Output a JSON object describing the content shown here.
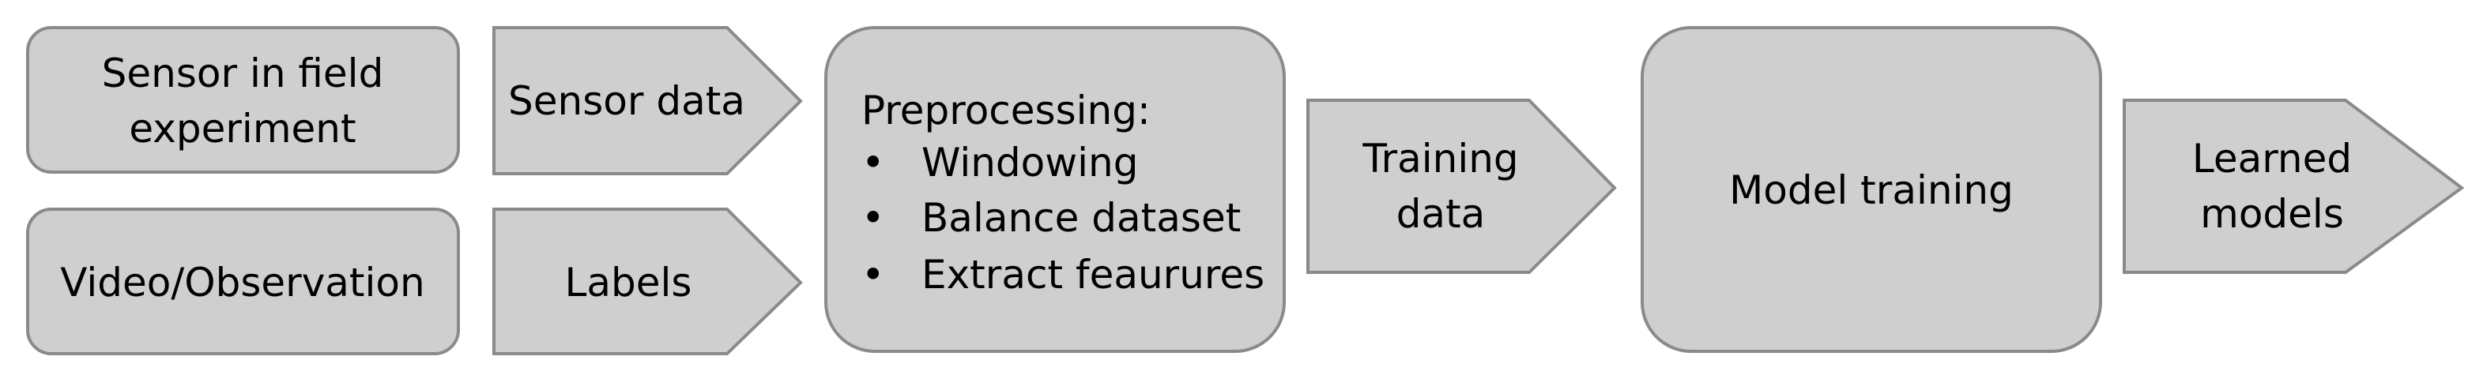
{
  "nodes": {
    "sensor_field": {
      "lines": [
        "Sensor in field",
        "experiment"
      ]
    },
    "video_observation": {
      "lines": [
        "Video/Observation"
      ]
    },
    "sensor_data": {
      "lines": [
        "Sensor data"
      ]
    },
    "labels": {
      "lines": [
        "Labels"
      ]
    },
    "preprocessing": {
      "title": "Preprocessing:",
      "bullet": "•",
      "items": [
        "Windowing",
        "Balance dataset",
        "Extract feaurures"
      ]
    },
    "training_data": {
      "lines": [
        "Training",
        "data"
      ]
    },
    "model_training": {
      "lines": [
        "Model training"
      ]
    },
    "learned_models": {
      "lines": [
        "Learned",
        "models"
      ]
    }
  },
  "colors": {
    "fill": "#d0cfd0",
    "stroke": "#8a8a8a",
    "text": "#000000"
  }
}
